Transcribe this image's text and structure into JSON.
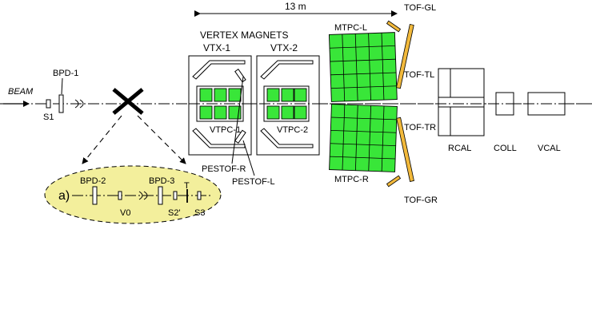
{
  "labels": {
    "scale": "13 m",
    "beam": "BEAM",
    "bpd1": "BPD-1",
    "s1": "S1",
    "vertex_magnets": "VERTEX MAGNETS",
    "vtx1": "VTX-1",
    "vtx2": "VTX-2",
    "vtpc1": "VTPC-1",
    "vtpc2": "VTPC-2",
    "pestof_r": "PESTOF-R",
    "pestof_l": "PESTOF-L",
    "mtpc_l": "MTPC-L",
    "mtpc_r": "MTPC-R",
    "tof_gl": "TOF-GL",
    "tof_tl": "TOF-TL",
    "tof_tr": "TOF-TR",
    "tof_gr": "TOF-GR",
    "rcal": "RCAL",
    "coll": "COLL",
    "vcal": "VCAL"
  },
  "inset": {
    "tag": "a)",
    "bpd2": "BPD-2",
    "bpd3": "BPD-3",
    "t": "T",
    "v0": "V0",
    "s2p": "S2'",
    "s3": "S3"
  },
  "colors": {
    "tpc_fill": "#39e639",
    "tof_fill": "#f2b93b",
    "inset_fill": "#f3ef9c"
  }
}
